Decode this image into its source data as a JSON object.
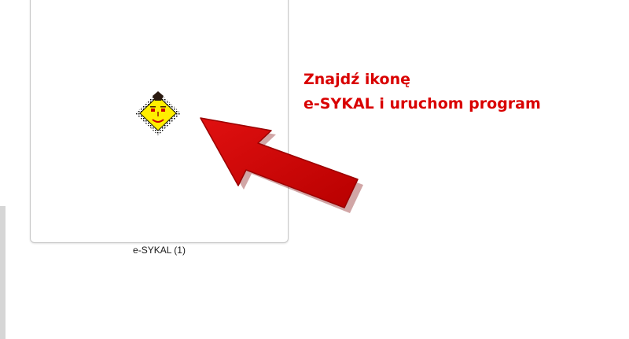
{
  "file": {
    "name": "e-SYKAL (1)",
    "icon": "e-sykal-face-icon"
  },
  "instruction": {
    "line1": "Znajdź ikonę",
    "line2": "e-SYKAL i uruchom program",
    "color": "#d90000"
  },
  "pointer": {
    "icon": "red-arrow-icon",
    "color": "#d40a0a"
  }
}
